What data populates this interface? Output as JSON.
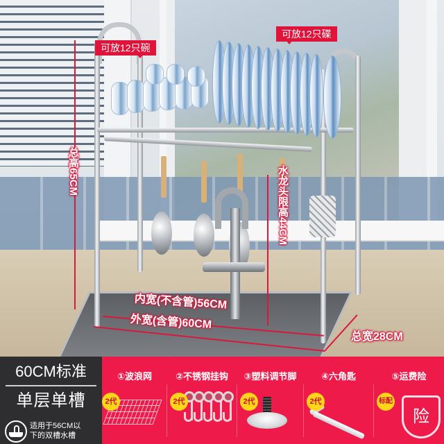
{
  "scene": {
    "callouts": {
      "bowls": "可放12只碗",
      "plates": "可放12只碟"
    },
    "dimensions": {
      "total_height": "总高65CM",
      "faucet_clearance": "水龙头限高44CM",
      "inner_width": "内宽(不含管)56CM",
      "outer_width": "外宽(含管)60CM",
      "total_depth": "总宽28CM"
    },
    "accent_color": "#e0133a"
  },
  "panel": {
    "size_label": "60CM标准",
    "type_label": "单层单槽",
    "fit_note_line1": "适用于56CM以",
    "fit_note_line2": "下的双槽水槽",
    "dark_bg": "#2e2e30",
    "red_bg": "#ee1a4a",
    "accessories": [
      {
        "title": "①波浪网",
        "badge": "2代",
        "icon": "wave-rack-icon"
      },
      {
        "title": "②不锈钢挂钩",
        "badge": "2代",
        "icon": "hooks-icon"
      },
      {
        "title": "③塑料调节脚",
        "badge": "2代",
        "icon": "adjustable-foot-icon"
      },
      {
        "title": "④六角匙",
        "badge": "2代",
        "icon": "hex-key-icon"
      },
      {
        "title": "⑤运费险",
        "badge": "标配",
        "icon": "shield-insurance-icon",
        "icon_text": "险"
      }
    ]
  }
}
